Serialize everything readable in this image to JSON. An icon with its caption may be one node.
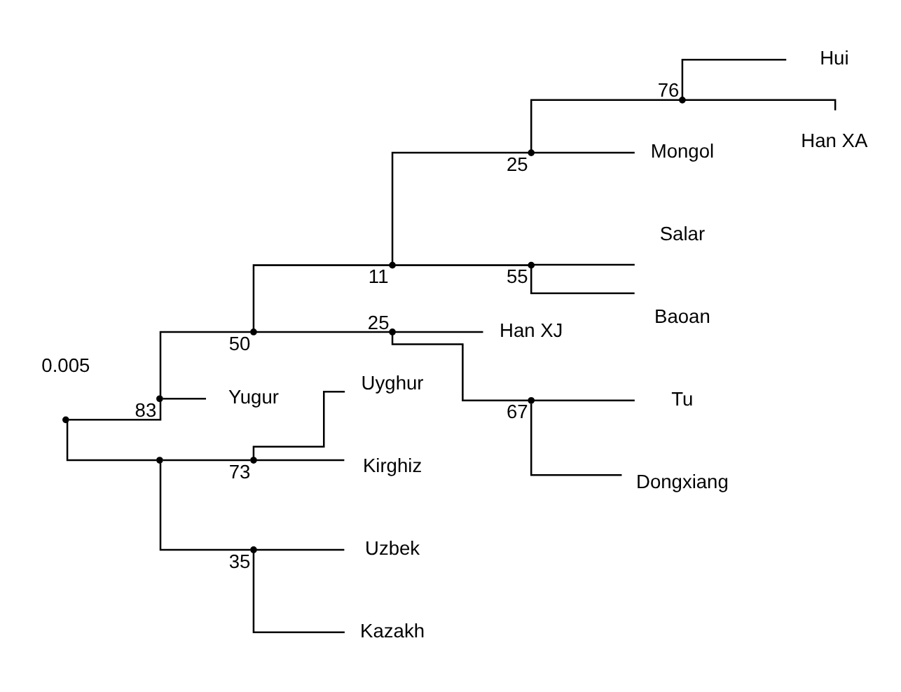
{
  "diagram": {
    "nodes": [
      {
        "text": [],
        "shape": "point"
      },
      {
        "text": [],
        "shape": "point",
        "beside": [
          "83"
        ]
      },
      {
        "text": [],
        "shape": "point",
        "beside": [
          "50"
        ]
      },
      {
        "text": [],
        "shape": "point",
        "beside": [
          "11"
        ]
      },
      {
        "text": [],
        "shape": "point",
        "beside": [
          "25"
        ]
      },
      {
        "text": [],
        "shape": "point",
        "beside": [
          "76"
        ]
      },
      {
        "text": [
          "Hui"
        ]
      },
      {
        "text": [
          "Han XA"
        ]
      },
      {
        "text": [
          "Mongol"
        ]
      },
      {
        "text": [],
        "shape": "point",
        "beside": [
          "55"
        ]
      },
      {
        "text": [
          "Salar"
        ]
      },
      {
        "text": [
          "Baoan"
        ]
      },
      {
        "text": [],
        "shape": "point",
        "beside": [
          "25"
        ]
      },
      {
        "text": [
          "Han XJ"
        ]
      },
      {
        "text": [],
        "shape": "point",
        "beside": [
          "67"
        ]
      },
      {
        "text": [
          "Tu"
        ]
      },
      {
        "text": [
          "Dongxiang"
        ]
      },
      {
        "text": [
          "Yugur"
        ]
      },
      {
        "text": [],
        "shape": "point"
      },
      {
        "text": [],
        "shape": "point",
        "beside": [
          "73"
        ]
      },
      {
        "text": [
          "Uyghur"
        ]
      },
      {
        "text": [
          "Kirghiz"
        ]
      },
      {
        "text": [],
        "shape": "point",
        "beside": [
          "35"
        ]
      },
      {
        "text": [
          "Uzbek"
        ]
      },
      {
        "text": [
          "Kazakh"
        ]
      }
    ],
    "edges": [
      {
        "from": 0,
        "to": 1,
        "arrow": "none"
      },
      {
        "from": 1,
        "to": 2,
        "arrow": "none"
      },
      {
        "from": 2,
        "to": 3,
        "arrow": "none"
      },
      {
        "from": 3,
        "to": 4,
        "arrow": "none"
      },
      {
        "from": 4,
        "to": 5,
        "arrow": "none"
      },
      {
        "from": 5,
        "to": 6,
        "arrow": "none"
      },
      {
        "from": 5,
        "to": 7,
        "arrow": "none"
      },
      {
        "from": 4,
        "to": 8,
        "arrow": "none"
      },
      {
        "from": 3,
        "to": 9,
        "arrow": "none"
      },
      {
        "from": 9,
        "to": 10,
        "arrow": "none"
      },
      {
        "from": 9,
        "to": 11,
        "arrow": "none"
      },
      {
        "from": 2,
        "to": 12,
        "arrow": "none"
      },
      {
        "from": 12,
        "to": 13,
        "arrow": "none"
      },
      {
        "from": 12,
        "to": 14,
        "arrow": "none"
      },
      {
        "from": 14,
        "to": 15,
        "arrow": "none"
      },
      {
        "from": 14,
        "to": 16,
        "arrow": "none"
      },
      {
        "from": 1,
        "to": 17,
        "arrow": "none"
      },
      {
        "from": 0,
        "to": 18,
        "arrow": "none"
      },
      {
        "from": 18,
        "to": 19,
        "arrow": "none"
      },
      {
        "from": 19,
        "to": 20,
        "arrow": "none"
      },
      {
        "from": 19,
        "to": 21,
        "arrow": "none"
      },
      {
        "from": 18,
        "to": 22,
        "arrow": "none"
      },
      {
        "from": 22,
        "to": 23,
        "arrow": "none"
      },
      {
        "from": 22,
        "to": 24,
        "arrow": "none"
      }
    ],
    "labels": [
      "0.005"
    ]
  }
}
